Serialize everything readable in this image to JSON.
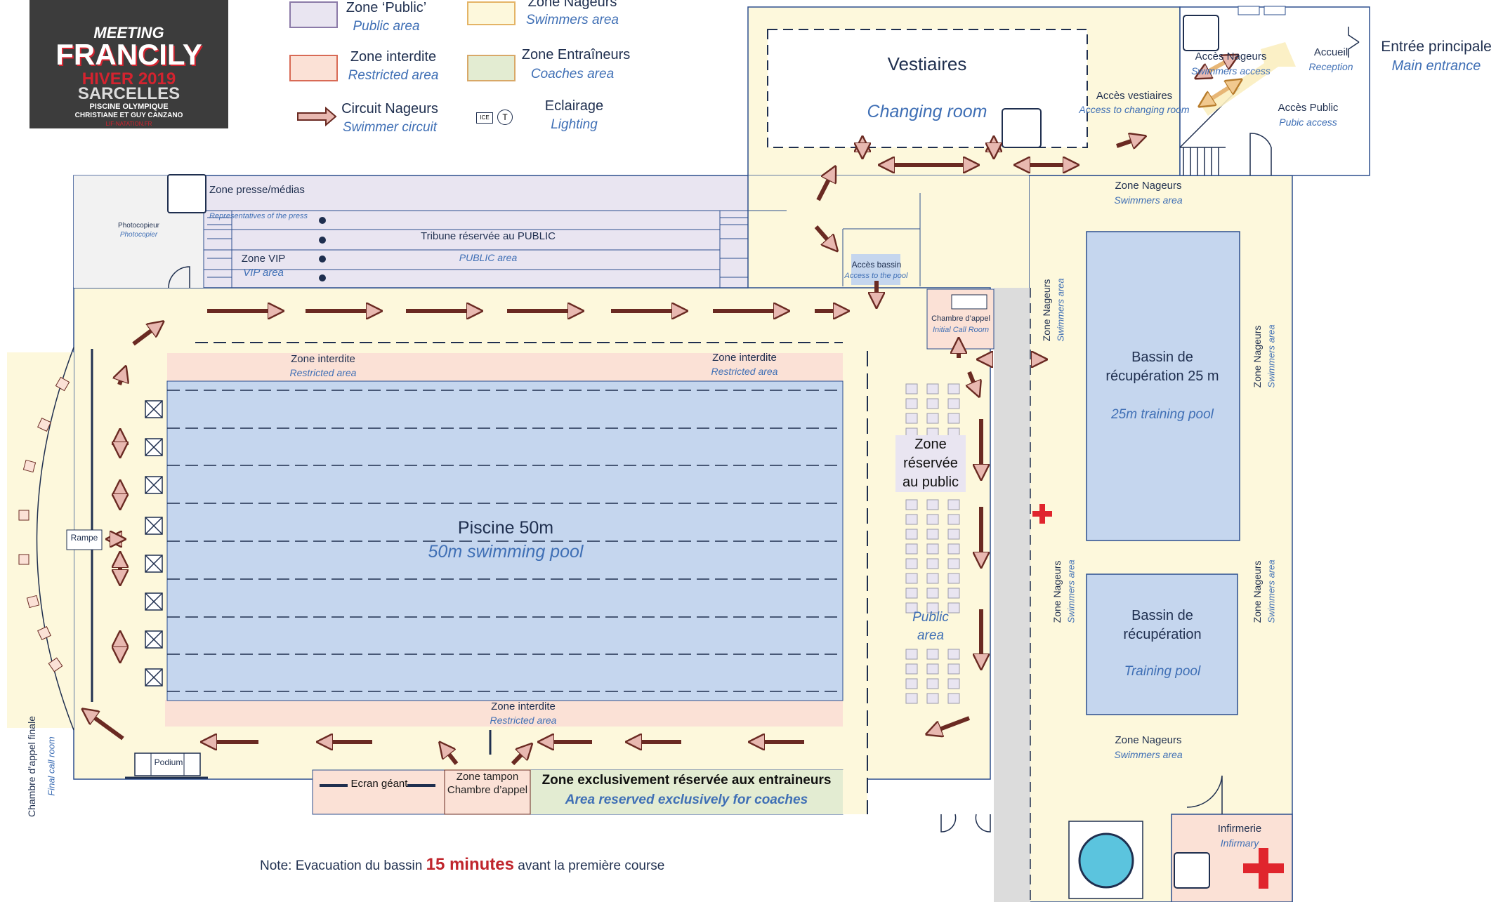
{
  "logo": {
    "line1": "MEETING",
    "line2": "FRANCILY",
    "line3": "HIVER 2019",
    "line4": "SARCELLES",
    "line5": "PISCINE OLYMPIQUE",
    "line6": "CHRISTIANE ET GUY CANZANO",
    "line7": "LIF-NATATION.FR"
  },
  "legend": {
    "public_fr": "Zone ‘Public’",
    "public_en": "Public area",
    "swimmers_fr": "Zone Nageurs",
    "swimmers_en": "Swimmers area",
    "restricted_fr": "Zone interdite",
    "restricted_en": "Restricted area",
    "coaches_fr": "Zone Entraîneurs",
    "coaches_en": "Coaches area",
    "circuit_fr": "Circuit Nageurs",
    "circuit_en": "Swimmer circuit",
    "lighting_fr": "Eclairage",
    "lighting_en": "Lighting",
    "ice_tag": "ICE",
    "t_tag": "T"
  },
  "labels": {
    "vestiaires_fr": "Vestiaires",
    "vestiaires_en": "Changing room",
    "acces_nageurs_fr": "Accès Nageurs",
    "acces_nageurs_en": "Swimmers access",
    "accueil_fr": "Accueil",
    "accueil_en": "Reception",
    "entree_fr": "Entrée principale",
    "entree_en": "Main entrance",
    "acces_vestiaires_fr": "Accès vestiaires",
    "acces_vestiaires_en": "Access to changing room",
    "acces_public_fr": "Accès Public",
    "acces_public_en": "Pubic access",
    "presse_fr": "Zone presse/médias",
    "presse_en": "Representatives of the press",
    "photocopieur_fr": "Photocopieur",
    "photocopieur_en": "Photocopier",
    "tribune_fr": "Tribune réservée au PUBLIC",
    "tribune_en": "PUBLIC area",
    "vip_fr": "Zone VIP",
    "vip_en": "VIP area",
    "acces_bassin_fr": "Accès bassin",
    "acces_bassin_en": "Access to the pool",
    "chambre_initial_fr": "Chambre d’appel",
    "chambre_initial_en": "Initial Call Room",
    "zone_nageurs_fr": "Zone Nageurs",
    "zone_nageurs_en": "Swimmers area",
    "bassin25_fr": "Bassin de récupération 25 m",
    "bassin25_en": "25m training pool",
    "bassin_recup_fr": "Bassin de récupération",
    "bassin_recup_en": "Training pool",
    "interdite_fr": "Zone interdite",
    "interdite_en": "Restricted area",
    "piscine_fr": "Piscine 50m",
    "piscine_en": "50m swimming pool",
    "zone_public_fr": "Zone réservée au public",
    "zone_public_en": "Public area",
    "rampe": "Rampe",
    "chambre_finale_fr": "Chambre d’appel finale",
    "chambre_finale_en": "Final call room",
    "podium": "Podium",
    "ecran": "Ecran géant",
    "tampon": "Zone tampon Chambre d’appel",
    "coaches_fr": "Zone exclusivement réservée aux entraineurs",
    "coaches_en": "Area reserved exclusively for coaches",
    "infirmerie_fr": "Infirmerie",
    "infirmerie_en": "Infirmary"
  },
  "note": {
    "prefix": "Note: Evacuation du bassin ",
    "highlight": "15 minutes",
    "suffix": " avant la première course"
  },
  "colors": {
    "public": "#e9e5f1",
    "swimmers": "#fdf8dc",
    "restricted": "#fbe1d6",
    "coaches": "#e3ecd2",
    "pool": "#c5d6ee",
    "accent_red": "#c0262d"
  }
}
